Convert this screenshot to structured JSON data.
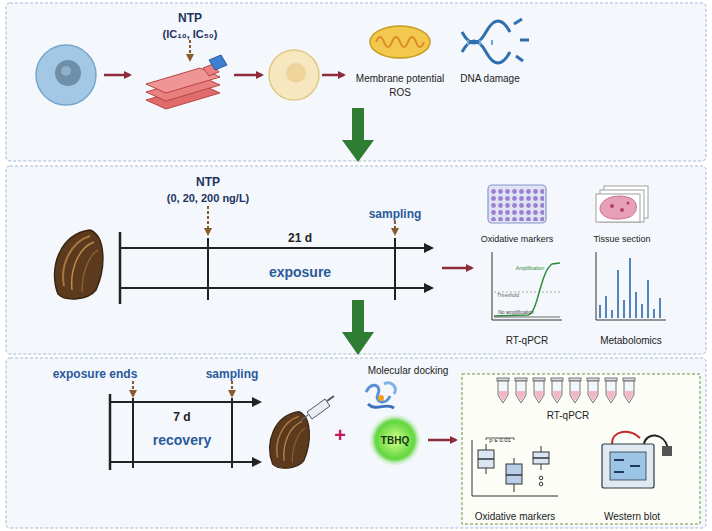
{
  "diagram": {
    "nodes": [
      {
        "text": [
          "TBHQ"
        ]
      }
    ],
    "labels": [
      "NTP",
      "(IC₁₀, IC₅₀)",
      "Membrane potential",
      "ROS",
      "DNA damage",
      "NTP",
      "(0, 20, 200 ng/L)",
      "sampling",
      "21 d",
      "exposure",
      "Oxidative markers",
      "Tissue section",
      "Amplification",
      "Threshold",
      "No amplification",
      "RT-qPCR",
      "Metabolomics",
      "exposure ends",
      "sampling",
      "7 d",
      "recovery",
      "Molecular docking",
      "+",
      "RT-qPCR",
      "p ≤ 0.01",
      "Oxidative markers",
      "Western blot"
    ]
  }
}
